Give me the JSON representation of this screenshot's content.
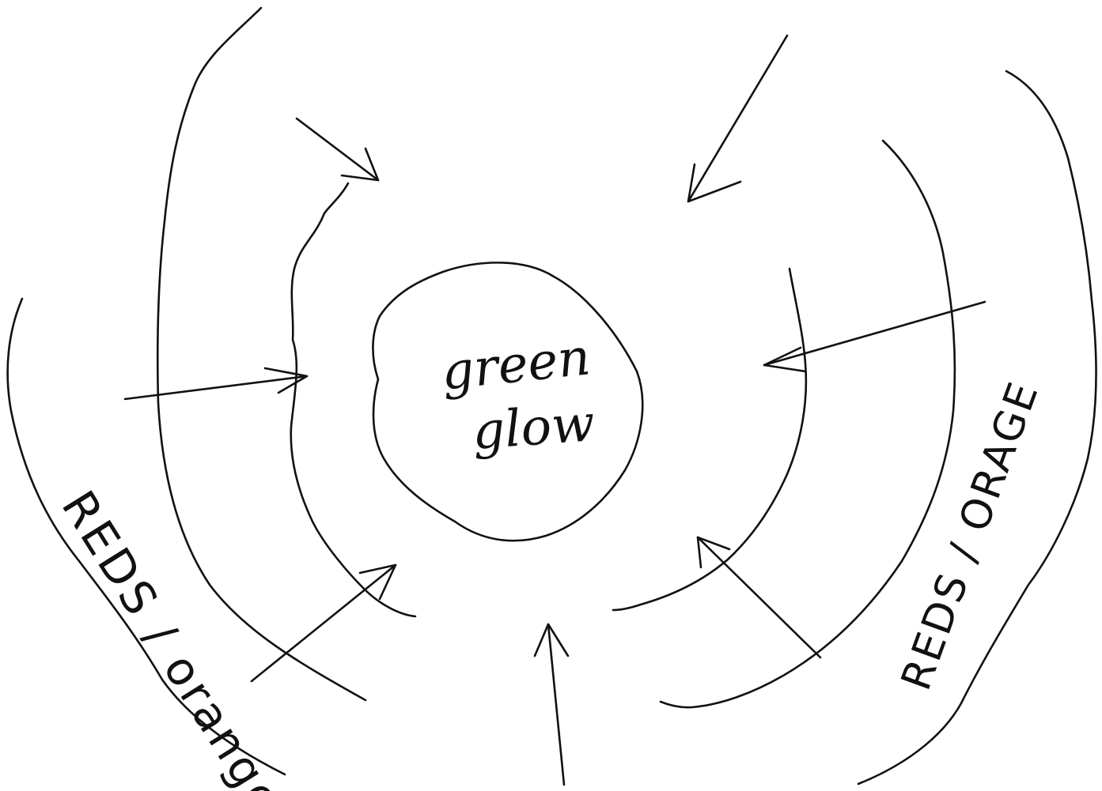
{
  "center_label": {
    "line1": "green",
    "line2": "glow"
  },
  "left_label": "REDS / orange",
  "right_label": "REDS / ORAGE",
  "colors": {
    "ink": "#111111",
    "paper": "#ffffff"
  }
}
